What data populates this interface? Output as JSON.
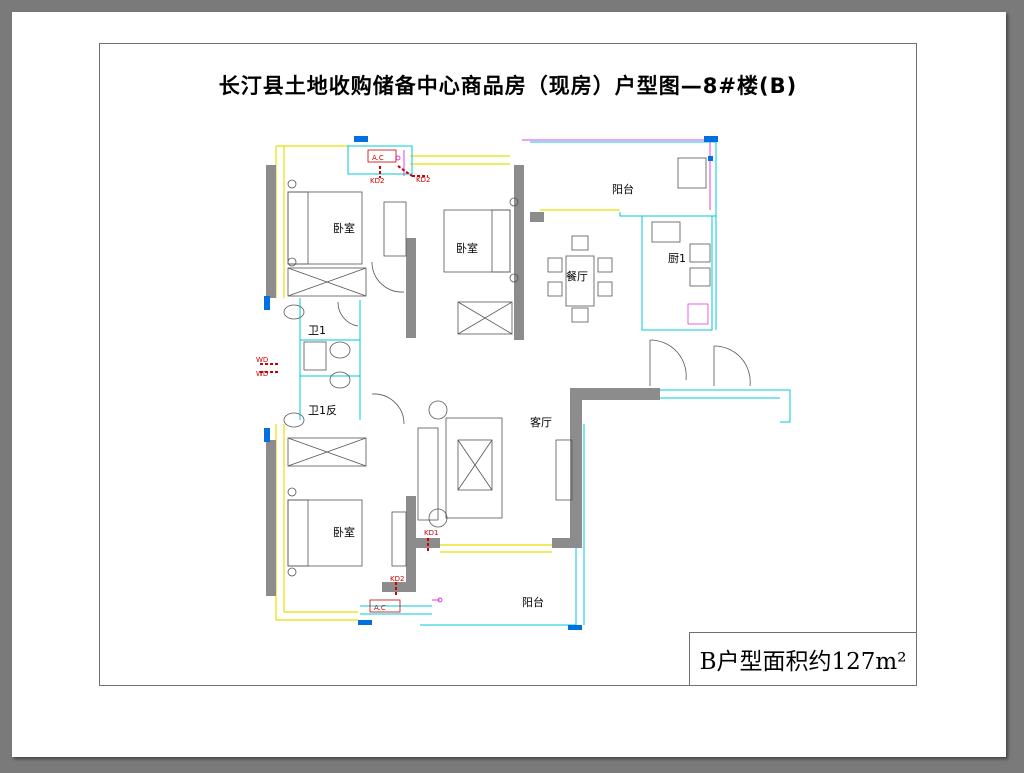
{
  "title": "长汀县土地收购储备中心商品房（现房）户型图—8#楼(B)",
  "area_label": "B户型面积约127m²",
  "rooms": {
    "bedroom_top_left": "卧室",
    "bedroom_top_mid": "卧室",
    "bedroom_bottom": "卧室",
    "balcony_top": "阳台",
    "balcony_bottom": "阳台",
    "dining": "餐厅",
    "kitchen": "厨1",
    "bath_1": "卫1",
    "bath_2": "卫1反",
    "living": "客厅"
  },
  "tags": {
    "ac_top": "A.C",
    "ac_bottom": "A.C",
    "kd2_a": "KD2",
    "kd2_b": "KD2",
    "kd2_c": "KD2",
    "kd1": "KD1",
    "wd_a": "WD",
    "wd_b": "WD"
  },
  "colors": {
    "wall": "#8c8c8c",
    "cyan_line": "#00c8d8",
    "yellow_line": "#e8e000",
    "magenta_line": "#e040e0",
    "red_tag": "#cc0000",
    "window_blue": "#0070e0"
  }
}
